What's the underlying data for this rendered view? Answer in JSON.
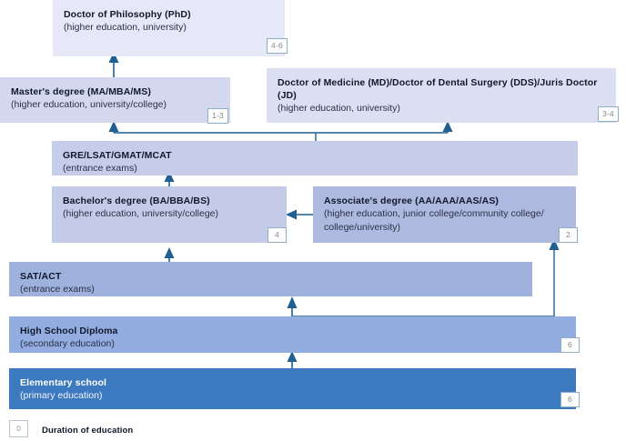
{
  "diagram": {
    "title": "Education system pathway diagram",
    "colors": {
      "level_phd": "#e6e8f7",
      "level_md": "#dcdff2",
      "level_master": "#d4d8ee",
      "level_exam_gre": "#c5cdea",
      "level_bachelor": "#c3cbe8",
      "level_associate": "#aeb9e0",
      "level_sat": "#9fb1dd",
      "level_highschool": "#93ade0",
      "level_elementary": "#3d79bf",
      "arrow": "#1f5f92",
      "badge_border": "#8fb0c4",
      "badge_text": "#8a8a8a",
      "text": "#10182b"
    },
    "nodes": [
      {
        "id": "phd",
        "title": "Doctor of Philosophy (PhD)",
        "subtitle": "(higher education, university)",
        "badge": "4-6"
      },
      {
        "id": "md",
        "title": "Doctor of Medicine (MD)/Doctor of Dental Surgery (DDS)/Juris Doctor (JD)",
        "subtitle": "(higher education, university)",
        "badge": "3-4"
      },
      {
        "id": "master",
        "title": "Master's degree (MA/MBA/MS)",
        "subtitle": "(higher education, university/college)",
        "badge": "1-3"
      },
      {
        "id": "gre",
        "title": "GRE/LSAT/GMAT/MCAT",
        "subtitle": "(entrance exams)",
        "badge": ""
      },
      {
        "id": "bachelor",
        "title": "Bachelor's degree (BA/BBA/BS)",
        "subtitle": "(higher education, university/college)",
        "badge": "4"
      },
      {
        "id": "associate",
        "title": "Associate's degree (AA/AAA/AAS/AS)",
        "subtitle": "(higher education, junior college/community college/ college/university)",
        "badge": "2"
      },
      {
        "id": "sat",
        "title": "SAT/ACT",
        "subtitle": "(entrance exams)",
        "badge": ""
      },
      {
        "id": "highschool",
        "title": "High School Diploma",
        "subtitle": "(secondary education)",
        "badge": "6"
      },
      {
        "id": "elementary",
        "title": "Elementary school",
        "subtitle": "(primary education)",
        "badge": "6"
      }
    ],
    "legend": {
      "box_value": "0",
      "label": "Duration of education"
    }
  }
}
